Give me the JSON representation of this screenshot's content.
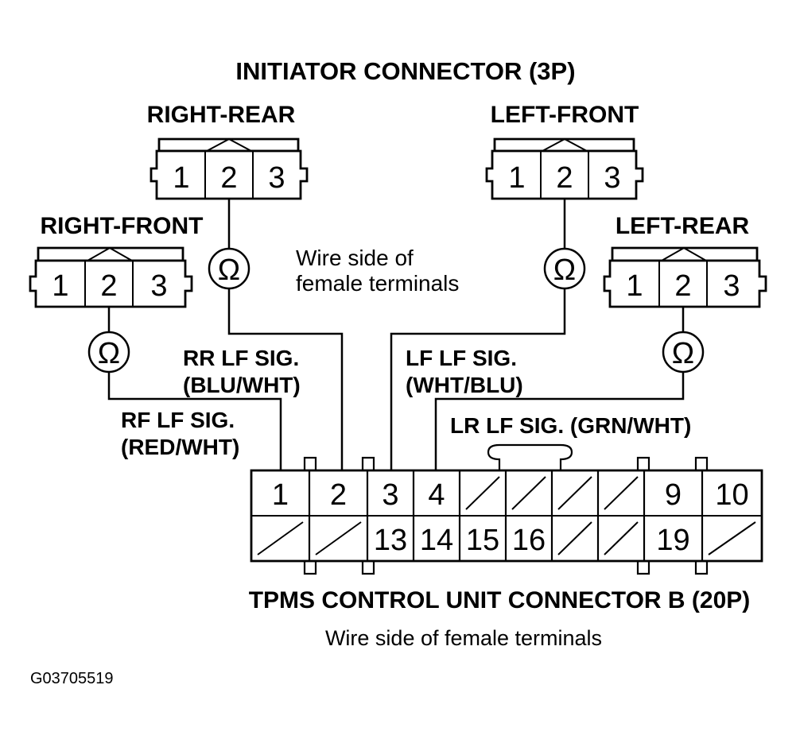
{
  "title": "INITIATOR CONNECTOR (3P)",
  "initiators": [
    {
      "label": "RIGHT-REAR",
      "pins": [
        "1",
        "2",
        "3"
      ]
    },
    {
      "label": "LEFT-FRONT",
      "pins": [
        "1",
        "2",
        "3"
      ]
    },
    {
      "label": "RIGHT-FRONT",
      "pins": [
        "1",
        "2",
        "3"
      ]
    },
    {
      "label": "LEFT-REAR",
      "pins": [
        "1",
        "2",
        "3"
      ]
    }
  ],
  "wire_side_note": [
    "Wire side of",
    "female terminals"
  ],
  "ohm_symbol": "Ω",
  "signals": {
    "rr": [
      "RR LF SIG.",
      "(BLU/WHT)"
    ],
    "lf": [
      "LF LF SIG.",
      "(WHT/BLU)"
    ],
    "rf": [
      "RF LF SIG.",
      "(RED/WHT)"
    ],
    "lr": "LR LF SIG. (GRN/WHT)"
  },
  "tpms": {
    "title": "TPMS CONTROL UNIT CONNECTOR B (20P)",
    "subtitle": "Wire side of female terminals",
    "top_row": [
      "1",
      "2",
      "3",
      "4",
      "",
      "",
      "",
      "",
      "9",
      "10"
    ],
    "bottom_row": [
      "",
      "",
      "13",
      "14",
      "15",
      "16",
      "",
      "",
      "19",
      ""
    ]
  },
  "figure_id": "G03705519"
}
